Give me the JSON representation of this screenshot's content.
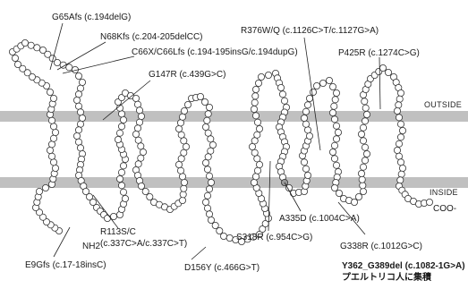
{
  "membrane_labels": {
    "outside": "OUTSIDE",
    "inside": "INSIDE"
  },
  "termini": {
    "n_term": "NH2",
    "c_term": "COO-"
  },
  "mutations": [
    {
      "id": "g65afs",
      "text": "G65Afs (c.194delG)"
    },
    {
      "id": "n68kfs",
      "text": "N68Kfs (c.204-205delCC)"
    },
    {
      "id": "c66x",
      "text": "C66X/C66Lfs (c.194-195insG/c.194dupG)"
    },
    {
      "id": "r376wq",
      "text": "R376W/Q (c.1126C>T/c.1127G>A)"
    },
    {
      "id": "p425r",
      "text": "P425R (c.1274C>G)"
    },
    {
      "id": "g147r",
      "text": "G147R (c.439G>C)"
    },
    {
      "id": "r113sc_1",
      "text": "R113S/C"
    },
    {
      "id": "r113sc_2",
      "text": "(c.337C>A/c.337C>T)"
    },
    {
      "id": "e9gfs",
      "text": "E9Gfs (c.17-18insC)"
    },
    {
      "id": "d156y",
      "text": "D156Y (c.466G>T)"
    },
    {
      "id": "s318r",
      "text": "S318R (c.954C>G)"
    },
    {
      "id": "a335d",
      "text": "A335D (c.1004C>A)"
    },
    {
      "id": "g338r",
      "text": "G338R (c.1012G>C)"
    },
    {
      "id": "y362",
      "text": "Y362_G389del (c.1082-1G>A)"
    }
  ],
  "note": "プエルトリコ人に集積",
  "colors": {
    "residue_fill": "#ffffff",
    "residue_stroke": "#333333",
    "mutant_fill": "#9a9a9a",
    "membrane": "#b8b8b8"
  }
}
